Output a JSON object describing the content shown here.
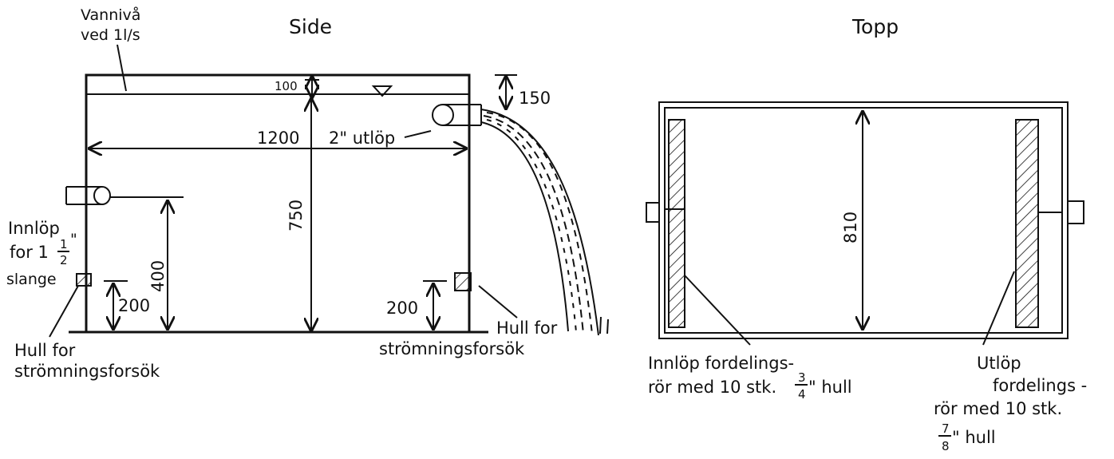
{
  "side_view": {
    "title": "Side",
    "water_level_label_line1": "Vannivå",
    "water_level_label_line2": "ved 1l/s",
    "dim_top_freeboard": "100",
    "dim_outlet_offset": "150",
    "dim_length": "1200",
    "dim_depth": "750",
    "dim_inlet_height": "400",
    "dim_hole_left": "200",
    "dim_hole_right": "200",
    "outlet_label": "2\" utlöp",
    "inlet_label_line1": "Innlöp",
    "inlet_label_line2_prefix": "for 1",
    "inlet_fraction_num": "1",
    "inlet_fraction_den": "2",
    "inlet_fraction_inch": "\"",
    "inlet_label_line3": "slange",
    "hole_left_line1": "Hull for",
    "hole_left_line2": "strömningsforsök",
    "hole_right_line1": "Hull for",
    "hole_right_line2": "strömningsforsök"
  },
  "top_view": {
    "title": "Topp",
    "dim_width": "810",
    "inlet_pipe_line1": "Innlöp fordelings-",
    "inlet_pipe_line2_prefix": "rör med 10 stk.",
    "inlet_fraction_num": "3",
    "inlet_fraction_den": "4",
    "inlet_fraction_suffix": "\" hull",
    "outlet_pipe_line1": "Utlöp",
    "outlet_pipe_line2": "fordelings -",
    "outlet_pipe_line3": "rör med 10 stk.",
    "outlet_fraction_num": "7",
    "outlet_fraction_den": "8",
    "outlet_fraction_suffix": "\" hull"
  }
}
